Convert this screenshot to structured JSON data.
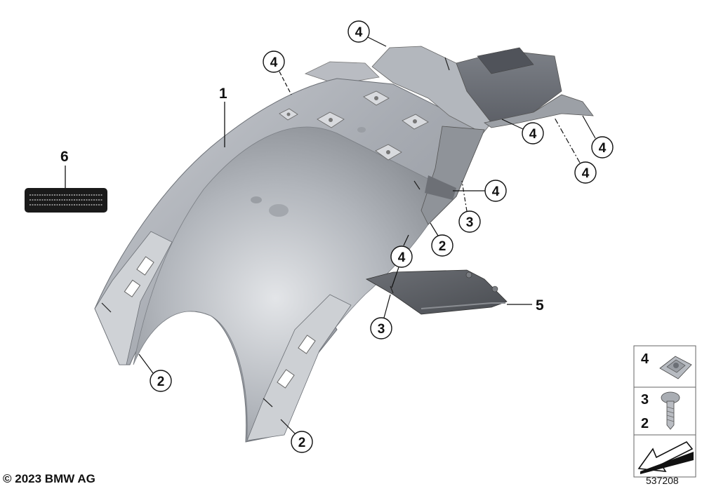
{
  "parts": {
    "fender": "1",
    "label": "6",
    "cover_plate": "5"
  },
  "callouts": {
    "c4a": "4",
    "c4b": "4",
    "c4c": "4",
    "c4d": "4",
    "c4e": "4",
    "c4f": "4",
    "c4g": "4",
    "c3a": "3",
    "c3b": "3",
    "c2a": "2",
    "c2b": "2",
    "c2c": "2"
  },
  "legend": {
    "nut_no": "4",
    "screw_no_top": "3",
    "screw_no_bottom": "2"
  },
  "footer": {
    "copyright": "© 2023 BMW AG",
    "drawing_number": "537208"
  }
}
